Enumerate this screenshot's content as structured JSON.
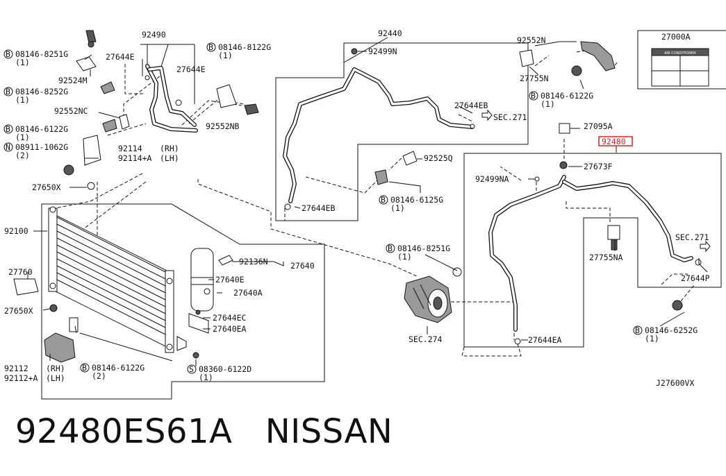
{
  "caption": {
    "part_number": "92480ES61A",
    "brand": "NISSAN"
  },
  "diagram_code": "J27600VX",
  "highlight_color": "#e0201b",
  "callouts": {
    "c92490": "92490",
    "c27644E_a": "27644E",
    "c27644E_b": "27644E",
    "c92524M": "92524M",
    "c92552NC": "92552NC",
    "c92552NB": "92552NB",
    "c92114_a": "92114",
    "c92114_b": "92114+A",
    "c92114_rh": "(RH)",
    "c92114_lh": "(LH)",
    "c27650X_a": "27650X",
    "c27650X_b": "27650X",
    "c92100": "92100",
    "c27760": "27760",
    "c92112_a": "92112",
    "c92112_b": "92112+A",
    "c92112_rh": "(RH)",
    "c92112_lh": "(LH)",
    "c92136N": "92136N",
    "c27640": "27640",
    "c27640E": "27640E",
    "c27640A": "27640A",
    "c27644EC": "27644EC",
    "c27640EA": "27640EA",
    "c92440": "92440",
    "c92499N": "92499N",
    "c27644EB_a": "27644EB",
    "c27644EB_b": "27644EB",
    "c SEC271_a": "SEC.271",
    "c92525Q": "92525Q",
    "c92552N": "92552N",
    "c27755N": "27755N",
    "c27000A": "27000A",
    "c27095A": "27095A",
    "c92480": "92480",
    "c27673F": "27673F",
    "c92499NA": "92499NA",
    "c27755NA": "27755NA",
    "cSEC271_b": "SEC.271",
    "c27644P": "27644P",
    "cSEC274": "SEC.274",
    "c27644EA": "27644EA",
    "bolt_8251G_a": "08146-8251G",
    "bolt_8252G": "08146-8252G",
    "bolt_6122G_a": "08146-6122G",
    "nut_1062G": "08911-1062G",
    "bolt_8122G": "08146-8122G",
    "bolt_6122G_b": "08146-6122G",
    "bolt_6125G": "08146-6125G",
    "bolt_8251G_b": "08146-8251G",
    "bolt_6252G": "08146-6252G",
    "bolt_6122G_c": "08146-6122G",
    "screw_6122D": "08360-6122D"
  },
  "quantities": {
    "q1": "(1)",
    "q2": "(2)"
  },
  "prefixes": {
    "B": "B",
    "N": "N",
    "S": "S"
  },
  "label_text": "AIR CONDITIONER"
}
